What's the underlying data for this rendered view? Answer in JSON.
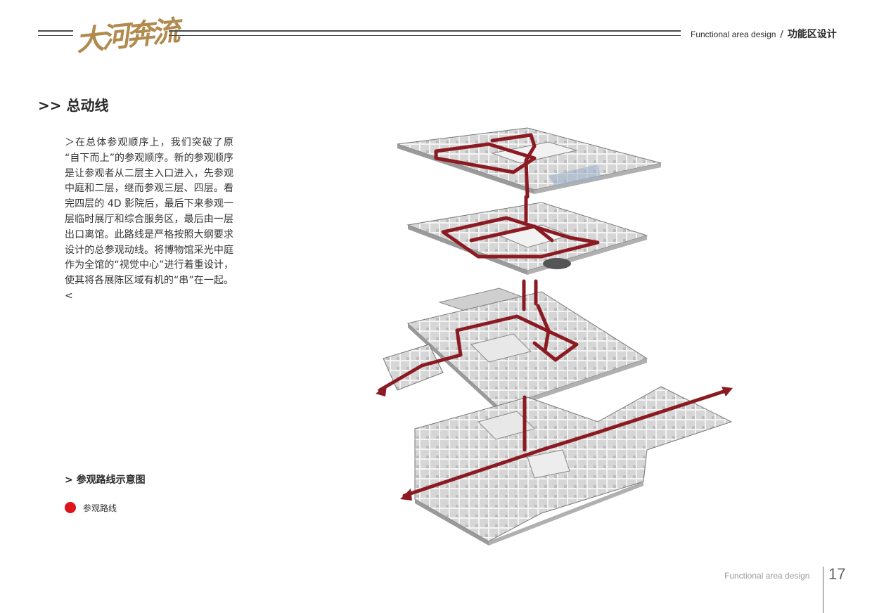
{
  "header": {
    "logo_text": "大河奔流",
    "title_en": "Functional area design",
    "title_sep": "/",
    "title_cn": "功能区设计"
  },
  "section": {
    "title": ">> 总动线",
    "body": "＞在总体参观顺序上，我们突破了原 “自下而上”的参观顺序。新的参观顺序是让参观者从二层主入口进入，先参观中庭和二层，继而参观三层、四层。看完四层的 4D 影院后，最后下来参观一层临时展厅和综合服务区，最后由一层出口离馆。此路线是严格按照大纲要求设计的总参观动线。将博物馆采光中庭作为全馆的“视觉中心”进行着重设计，使其将各展陈区域有机的“串”在一起。<"
  },
  "diagram": {
    "subtitle": "> 参观路线示意图",
    "legend_label": "参观路线",
    "route_color": "#8b1a22",
    "legend_color": "#e0121b"
  },
  "footer": {
    "text": "Functional area design",
    "page": "17"
  }
}
